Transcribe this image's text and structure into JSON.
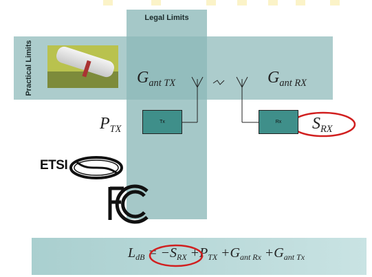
{
  "legal_limits": {
    "title": "Legal Limits"
  },
  "practical_limits": {
    "title": "Practical Limits"
  },
  "tx": {
    "gain_base": "G",
    "gain_sub": "ant TX",
    "power_base": "P",
    "power_sub": "TX",
    "box_label": "Tx"
  },
  "rx": {
    "gain_base": "G",
    "gain_sub": "ant RX",
    "sens_base": "S",
    "sens_sub": "RX",
    "box_label": "Rx"
  },
  "logos": {
    "etsi": "ETSI",
    "fcc": "FCC"
  },
  "equation": {
    "lhs_base": "L",
    "lhs_sub": "dB",
    "eq": "=",
    "t1_sign": "−",
    "t1_base": "S",
    "t1_sub": "RX",
    "t2_sign": "+",
    "t2_base": "P",
    "t2_sub": "TX",
    "t3_sign": "+",
    "t3_base": "G",
    "t3_sub": "ant Rx",
    "t4_sign": "+",
    "t4_base": "G",
    "t4_sub": "ant Tx"
  },
  "colors": {
    "band": "#8cb8b8",
    "box": "#3f8f8a",
    "highlight": "#d11f1f"
  }
}
